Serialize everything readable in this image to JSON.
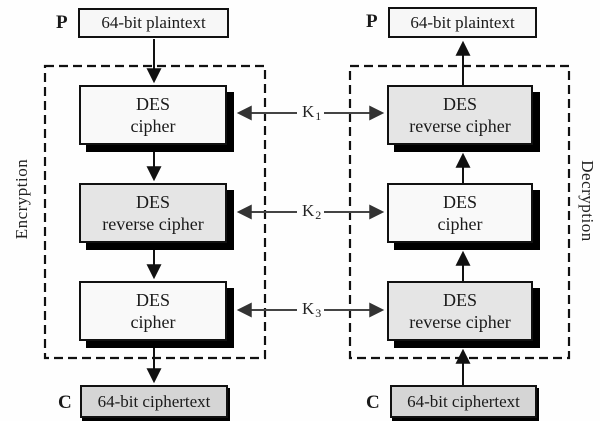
{
  "left": {
    "io_top_label": "P",
    "io_top_box": "64-bit plaintext",
    "stages": [
      {
        "line1": "DES",
        "line2": "cipher"
      },
      {
        "line1": "DES",
        "line2": "reverse cipher"
      },
      {
        "line1": "DES",
        "line2": "cipher"
      }
    ],
    "io_bottom_label": "C",
    "io_bottom_box": "64-bit ciphertext",
    "side_label": "Encryption"
  },
  "right": {
    "io_top_label": "P",
    "io_top_box": "64-bit plaintext",
    "stages": [
      {
        "line1": "DES",
        "line2": "reverse cipher"
      },
      {
        "line1": "DES",
        "line2": "cipher"
      },
      {
        "line1": "DES",
        "line2": "reverse cipher"
      }
    ],
    "io_bottom_label": "C",
    "io_bottom_box": "64-bit ciphertext",
    "side_label": "Decryption"
  },
  "keys": [
    {
      "base": "K",
      "sub": "1"
    },
    {
      "base": "K",
      "sub": "2"
    },
    {
      "base": "K",
      "sub": "3"
    }
  ],
  "colors": {
    "box_white": "#f9f9f9",
    "box_gray": "#e5e5e5",
    "io_gray": "#d5d5d5",
    "io_white": "#f7f7f7",
    "border": "#111111",
    "shadow": "#000000",
    "arrow": "#111111",
    "key_line": "#444444"
  }
}
